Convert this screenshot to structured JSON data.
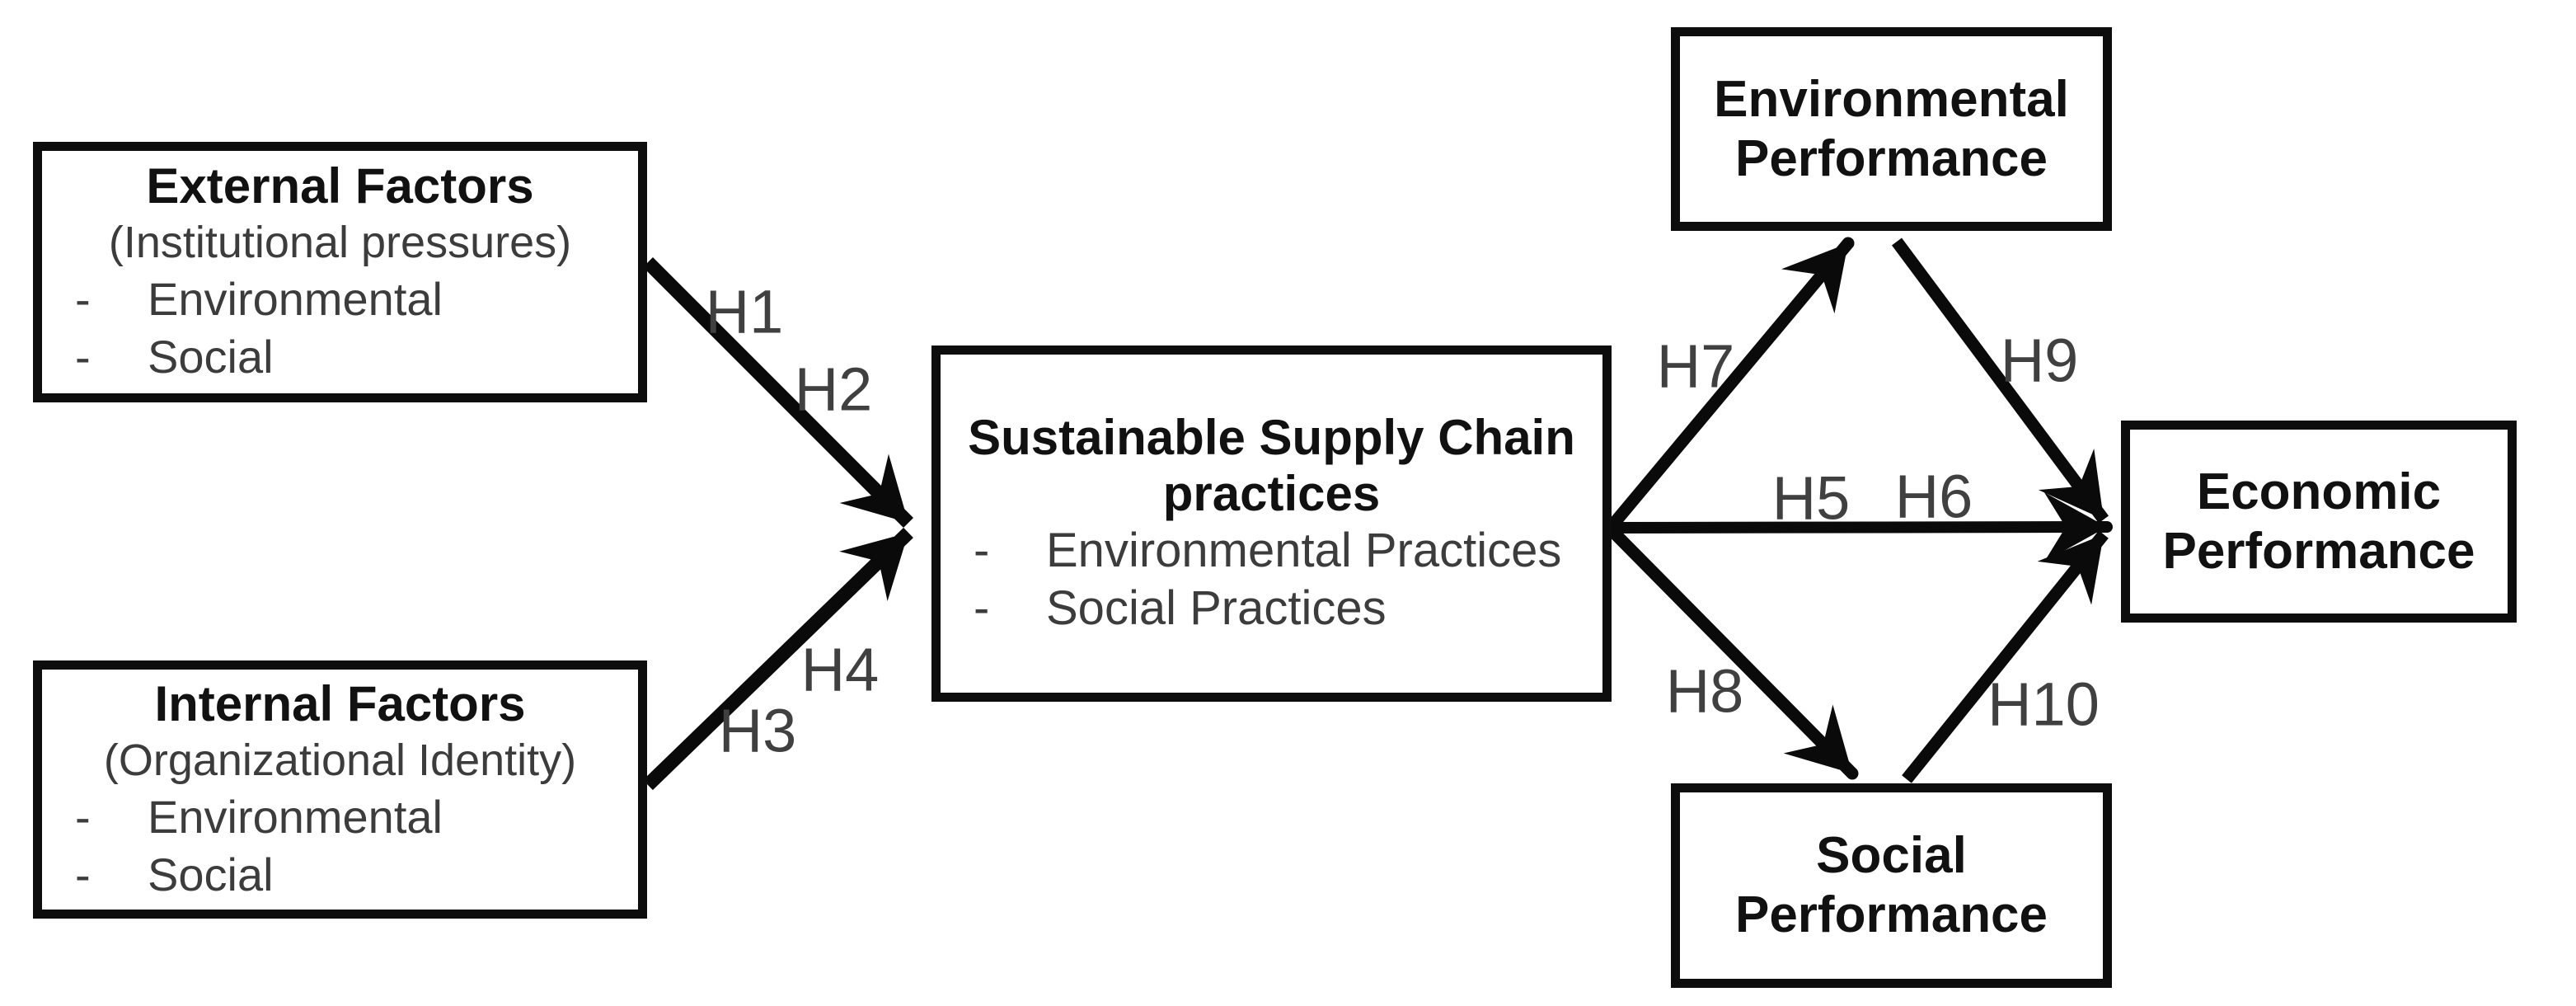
{
  "diagram": {
    "bullet_marker": "-",
    "nodes": {
      "external_factors": {
        "title_lines": [
          "External Factors"
        ],
        "subtitle": "(Institutional pressures)",
        "bullets": [
          "Environmental",
          "Social"
        ]
      },
      "internal_factors": {
        "title_lines": [
          "Internal Factors"
        ],
        "subtitle": "(Organizational Identity)",
        "bullets": [
          "Environmental",
          "Social"
        ]
      },
      "sustainable_supply_chain_practices": {
        "title_lines": [
          "Sustainable Supply Chain",
          "practices"
        ],
        "bullets": [
          "Environmental Practices",
          "Social Practices"
        ]
      },
      "environmental_performance": {
        "title_lines": [
          "Environmental",
          "Performance"
        ]
      },
      "social_performance": {
        "title_lines": [
          "Social",
          "Performance"
        ]
      },
      "economic_performance": {
        "title_lines": [
          "Economic",
          "Performance"
        ]
      }
    },
    "hypotheses": {
      "h1": "H1",
      "h2": "H2",
      "h3": "H3",
      "h4": "H4",
      "h5": "H5",
      "h6": "H6",
      "h7": "H7",
      "h8": "H8",
      "h9": "H9",
      "h10": "H10"
    },
    "relationships": [
      {
        "labels": [
          "H1",
          "H2"
        ],
        "from": "External Factors",
        "to": "Sustainable Supply Chain practices"
      },
      {
        "labels": [
          "H3",
          "H4"
        ],
        "from": "Internal Factors",
        "to": "Sustainable Supply Chain practices"
      },
      {
        "labels": [
          "H5",
          "H6"
        ],
        "from": "Sustainable Supply Chain practices",
        "to": "Economic Performance"
      },
      {
        "labels": [
          "H7"
        ],
        "from": "Sustainable Supply Chain practices",
        "to": "Environmental Performance"
      },
      {
        "labels": [
          "H8"
        ],
        "from": "Sustainable Supply Chain practices",
        "to": "Social Performance"
      },
      {
        "labels": [
          "H9"
        ],
        "from": "Environmental Performance",
        "to": "Economic Performance"
      },
      {
        "labels": [
          "H10"
        ],
        "from": "Social Performance",
        "to": "Economic Performance"
      }
    ],
    "colors": {
      "background": "#ffffff",
      "box_border": "#0d0d0d",
      "arrow": "#0a0a0a",
      "title_text": "#111111",
      "body_text": "#3c3c3c",
      "label_text": "#404040"
    }
  }
}
